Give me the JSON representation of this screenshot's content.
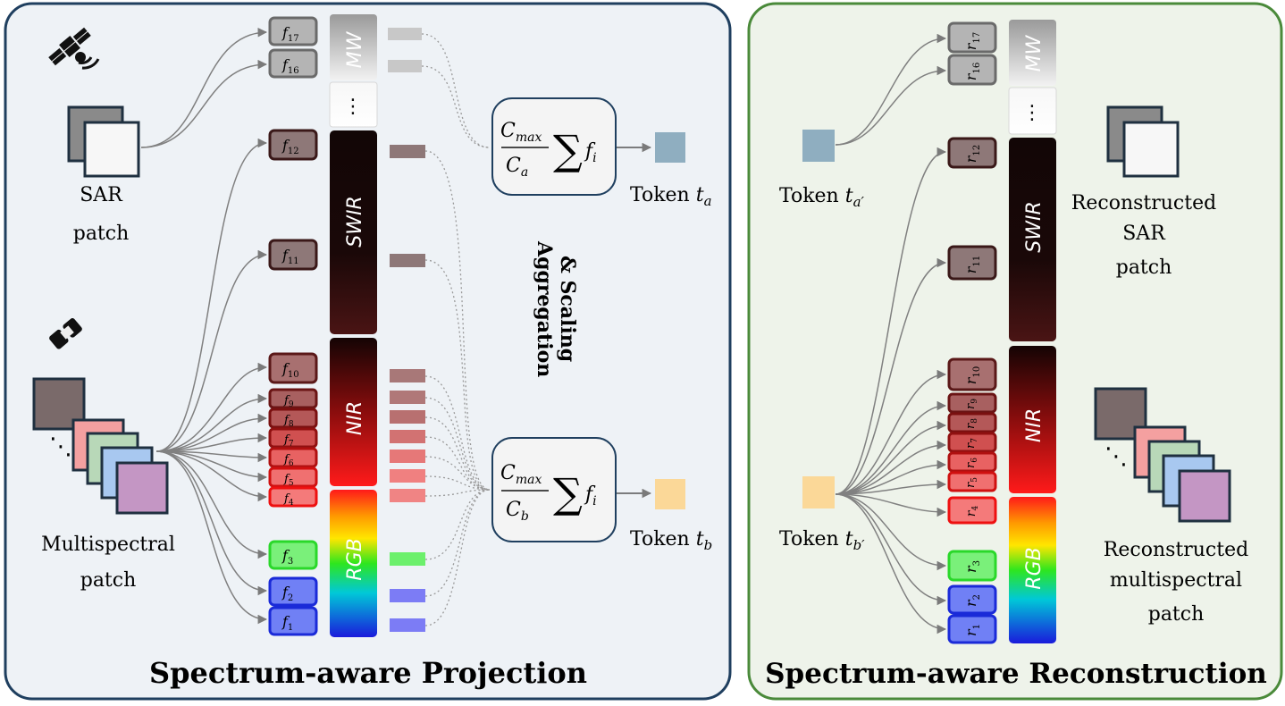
{
  "colors": {
    "left_panel_border": "#1f3f5f",
    "left_panel_bg": "#eef2f6",
    "right_panel_border": "#4a8a3a",
    "right_panel_bg": "#eef3ea",
    "token_a": "#8faec0",
    "token_b": "#fbd898",
    "mw": "#b9b9b9",
    "swir": "#5e3a3a",
    "nir_dark": "#7a3535",
    "nir_light": "#f47a7a",
    "green": "#6cf06c",
    "blue": "#5c6cf5"
  },
  "left": {
    "title": "Spectrum-aware Projection",
    "sar_label": [
      "SAR",
      "patch"
    ],
    "ms_label": [
      "Multispectral",
      "patch"
    ],
    "aggregation_label": [
      "Aggregation",
      "& Scaling"
    ],
    "token_a_label": "Token",
    "token_a_sym": "t",
    "token_a_sub": "a",
    "token_b_label": "Token",
    "token_b_sym": "t",
    "token_b_sub": "b",
    "formula_a": {
      "num": "C",
      "num_sub": "max",
      "den": "C",
      "den_sub": "a",
      "sum": "∑",
      "term": "f",
      "term_sub": "i"
    },
    "formula_b": {
      "num": "C",
      "num_sub": "max",
      "den": "C",
      "den_sub": "b",
      "sum": "∑",
      "term": "f",
      "term_sub": "i"
    },
    "feature_sym": "f",
    "band_labels": {
      "mw": "MW",
      "dots": "⋮",
      "swir": "SWIR",
      "nir": "NIR",
      "rgb": "RGB"
    }
  },
  "right": {
    "title": "Spectrum-aware Reconstruction",
    "token_a_label": "Token",
    "token_a_sym": "t",
    "token_a_sub": "a′",
    "token_b_label": "Token",
    "token_b_sym": "t",
    "token_b_sub": "b′",
    "sar_label": [
      "Reconstructed",
      "SAR",
      "patch"
    ],
    "ms_label": [
      "Reconstructed",
      "multispectral",
      "patch"
    ],
    "recon_sym": "r",
    "band_labels": {
      "mw": "MW",
      "dots": "⋮",
      "swir": "SWIR",
      "nir": "NIR",
      "rgb": "RGB"
    }
  },
  "feature_indices": [
    "1",
    "2",
    "3",
    "4",
    "5",
    "6",
    "7",
    "8",
    "9",
    "10",
    "11",
    "12",
    "16",
    "17"
  ]
}
